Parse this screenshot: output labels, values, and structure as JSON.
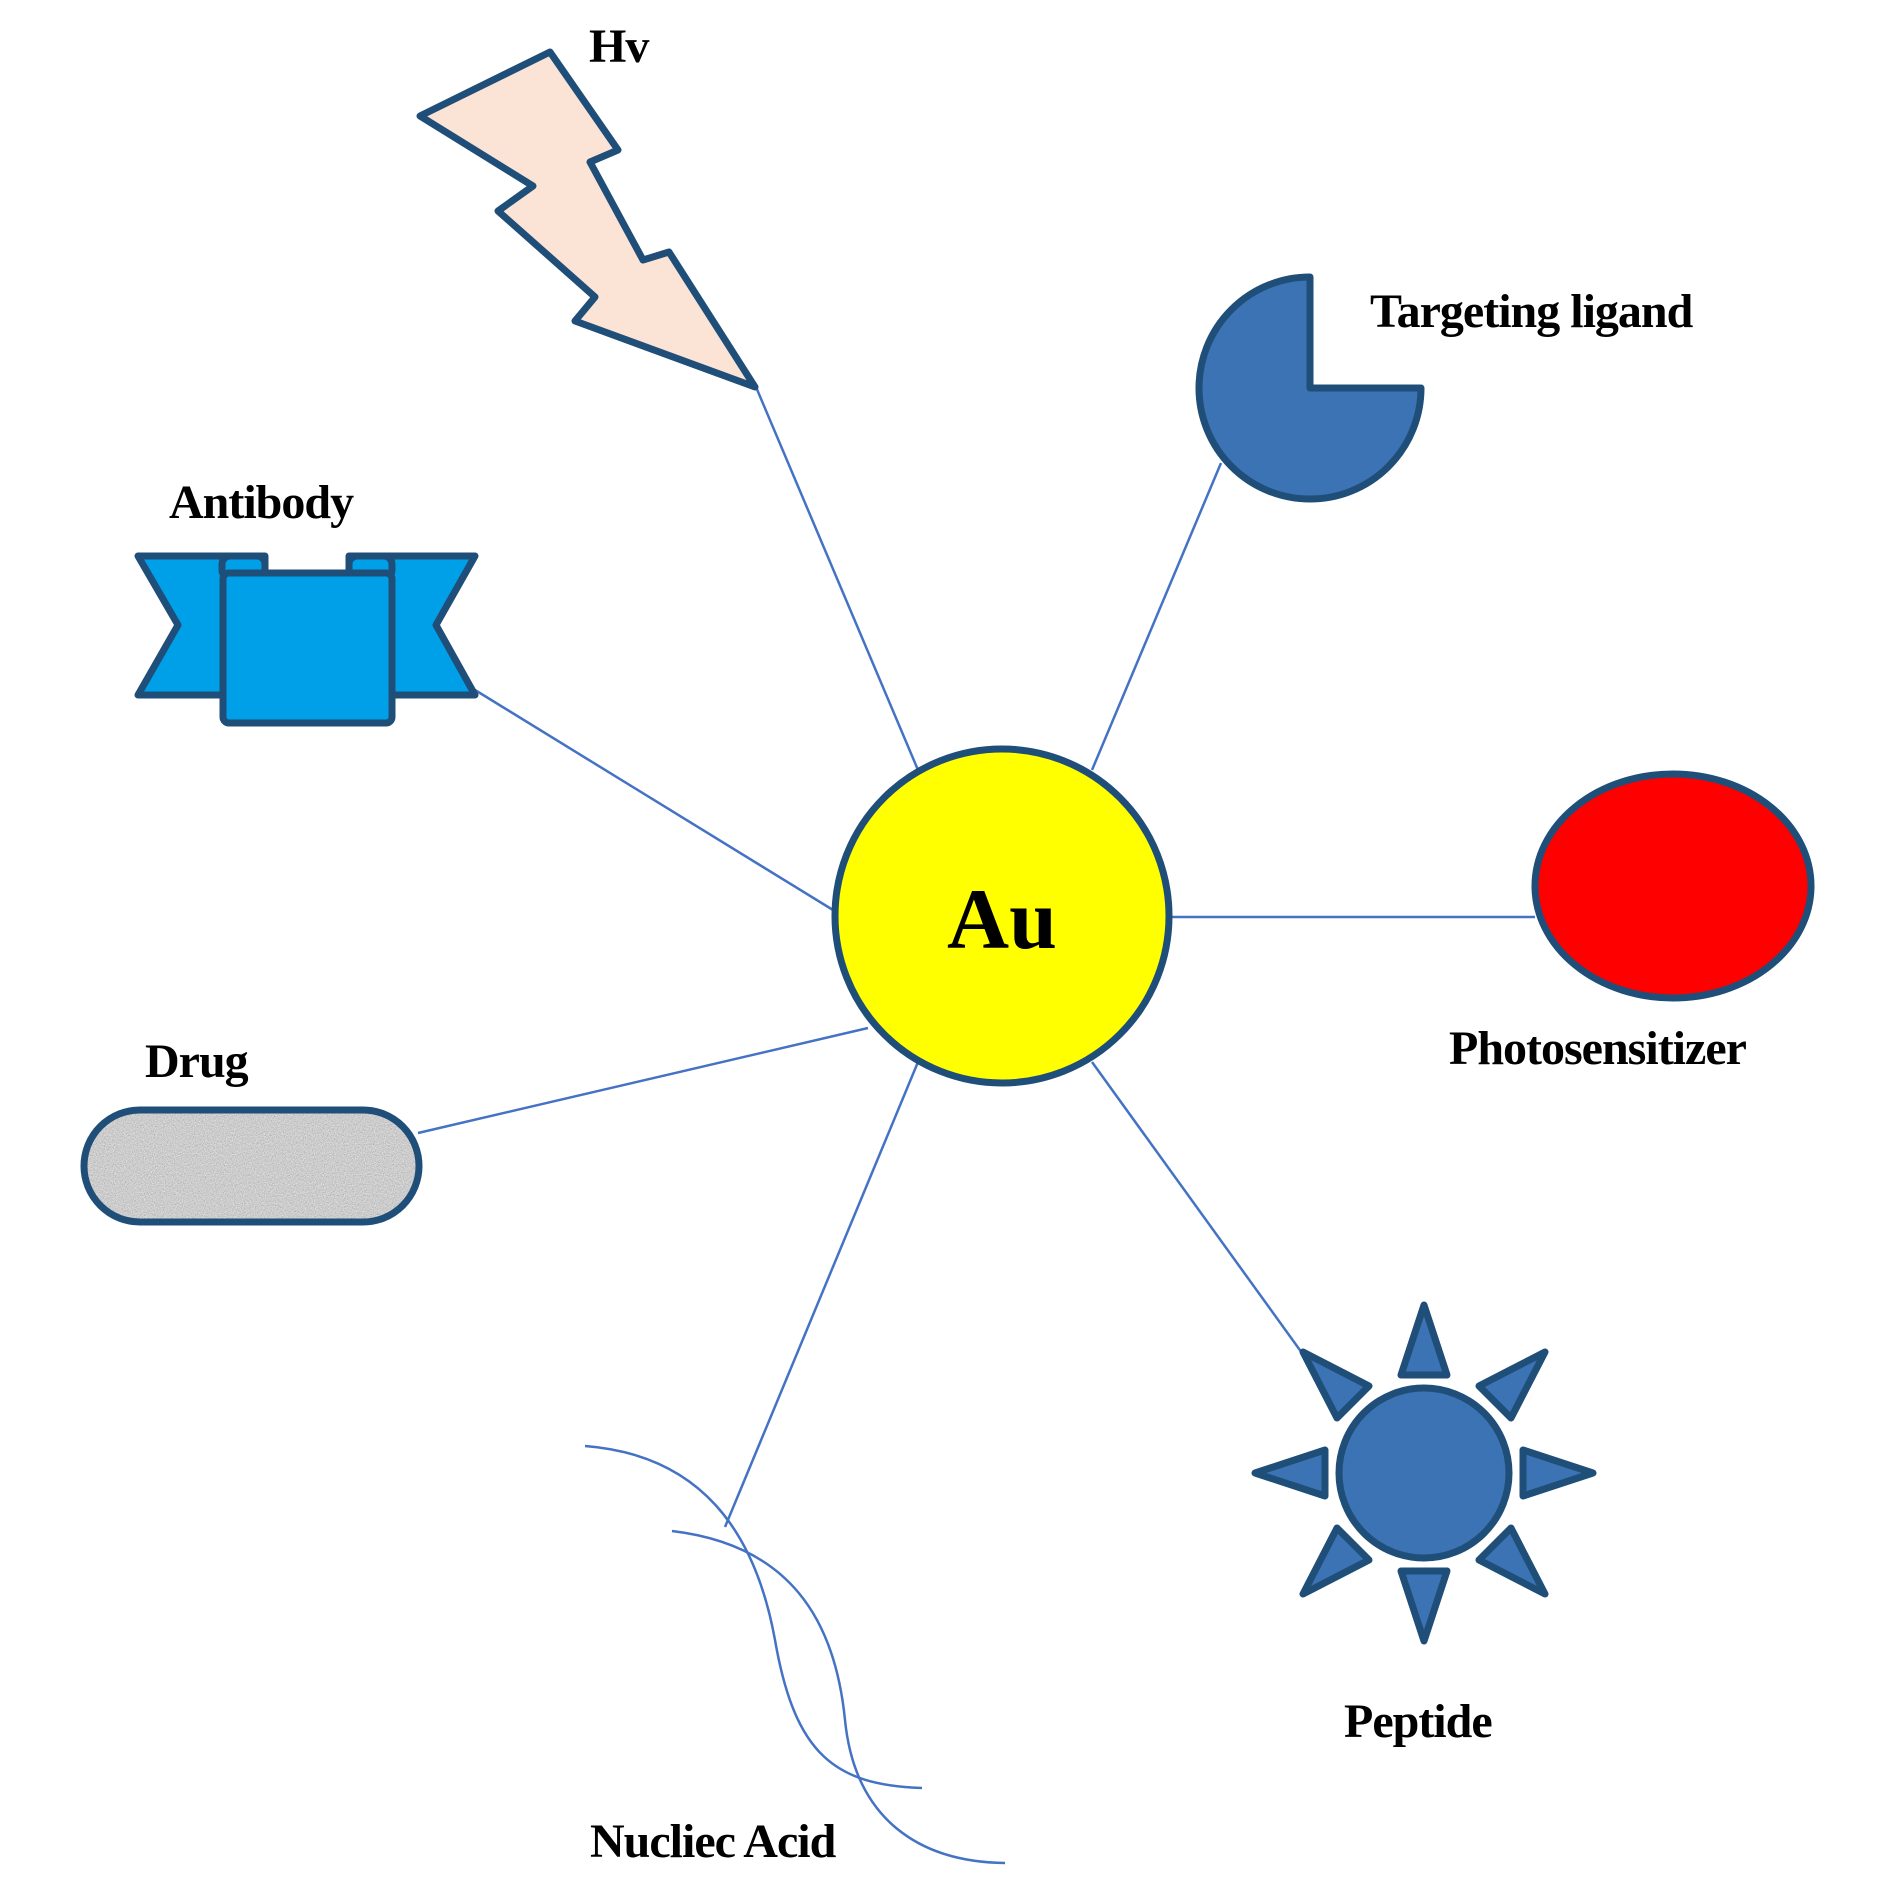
{
  "center": {
    "label": "Au",
    "fill_color": "#ffff00"
  },
  "components": {
    "hv": {
      "label": "Hv",
      "icon": "lightning-bolt-icon",
      "fill_color": "#fbe3d6"
    },
    "targeting_ligand": {
      "label": "Targeting ligand",
      "icon": "pie-wedge-icon",
      "fill_color": "#3b73b4"
    },
    "antibody": {
      "label": "Antibody",
      "icon": "ribbon-banner-icon",
      "fill_color": "#00a0e9"
    },
    "photosensitizer": {
      "label": "Photosensitizer",
      "icon": "ellipse-icon",
      "fill_color": "#ff0000"
    },
    "drug": {
      "label": "Drug",
      "icon": "textured-capsule-icon",
      "fill_color": "#c8c8c8"
    },
    "peptide": {
      "label": "Peptide",
      "icon": "sun-icon",
      "fill_color": "#3b73b4"
    },
    "nucleic_acid": {
      "label": "Nucliec Acid",
      "icon": "double-helix-strand-icon",
      "fill_color": "#4472c4"
    }
  },
  "colors": {
    "outline": "#1f4e79",
    "connector": "#4472c4"
  }
}
